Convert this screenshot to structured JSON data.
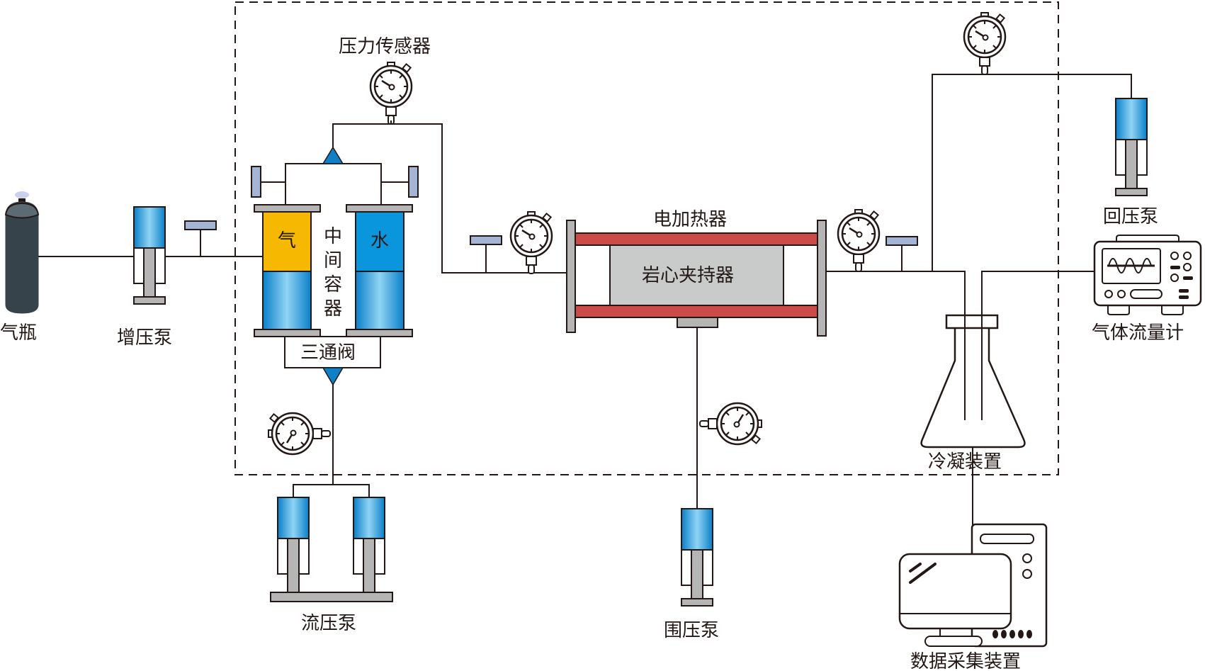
{
  "diagram": {
    "title": "Experimental flow apparatus schematic",
    "labels": {
      "gas_cylinder": "气瓶",
      "booster_pump": "增压泵",
      "pressure_sensor": "压力传感器",
      "intermediate_container": "中间容器",
      "intermediate_container_chars": [
        "中",
        "间",
        "容",
        "器"
      ],
      "gas_chamber": "气",
      "water_chamber": "水",
      "three_way_valve": "三通阀",
      "flow_pressure_pump": "流压泵",
      "electric_heater": "电加热器",
      "core_holder": "岩心夹持器",
      "confining_pressure_pump": "围压泵",
      "back_pressure_pump": "回压泵",
      "gas_flowmeter": "气体流量计",
      "condenser": "冷凝装置",
      "data_acquisition": "数据采集装置"
    },
    "colors": {
      "line": "#231815",
      "pump_blue": "#0f8fd6",
      "gas_yellow": "#f6b800",
      "water_blue": "#0a96dc",
      "heater_red": "#cc4a47",
      "core_gray": "#c9caca",
      "flange_gray": "#b5b5b6",
      "valve_handle": "#a3b4d4",
      "cylinder_dark": "#36434b"
    }
  }
}
